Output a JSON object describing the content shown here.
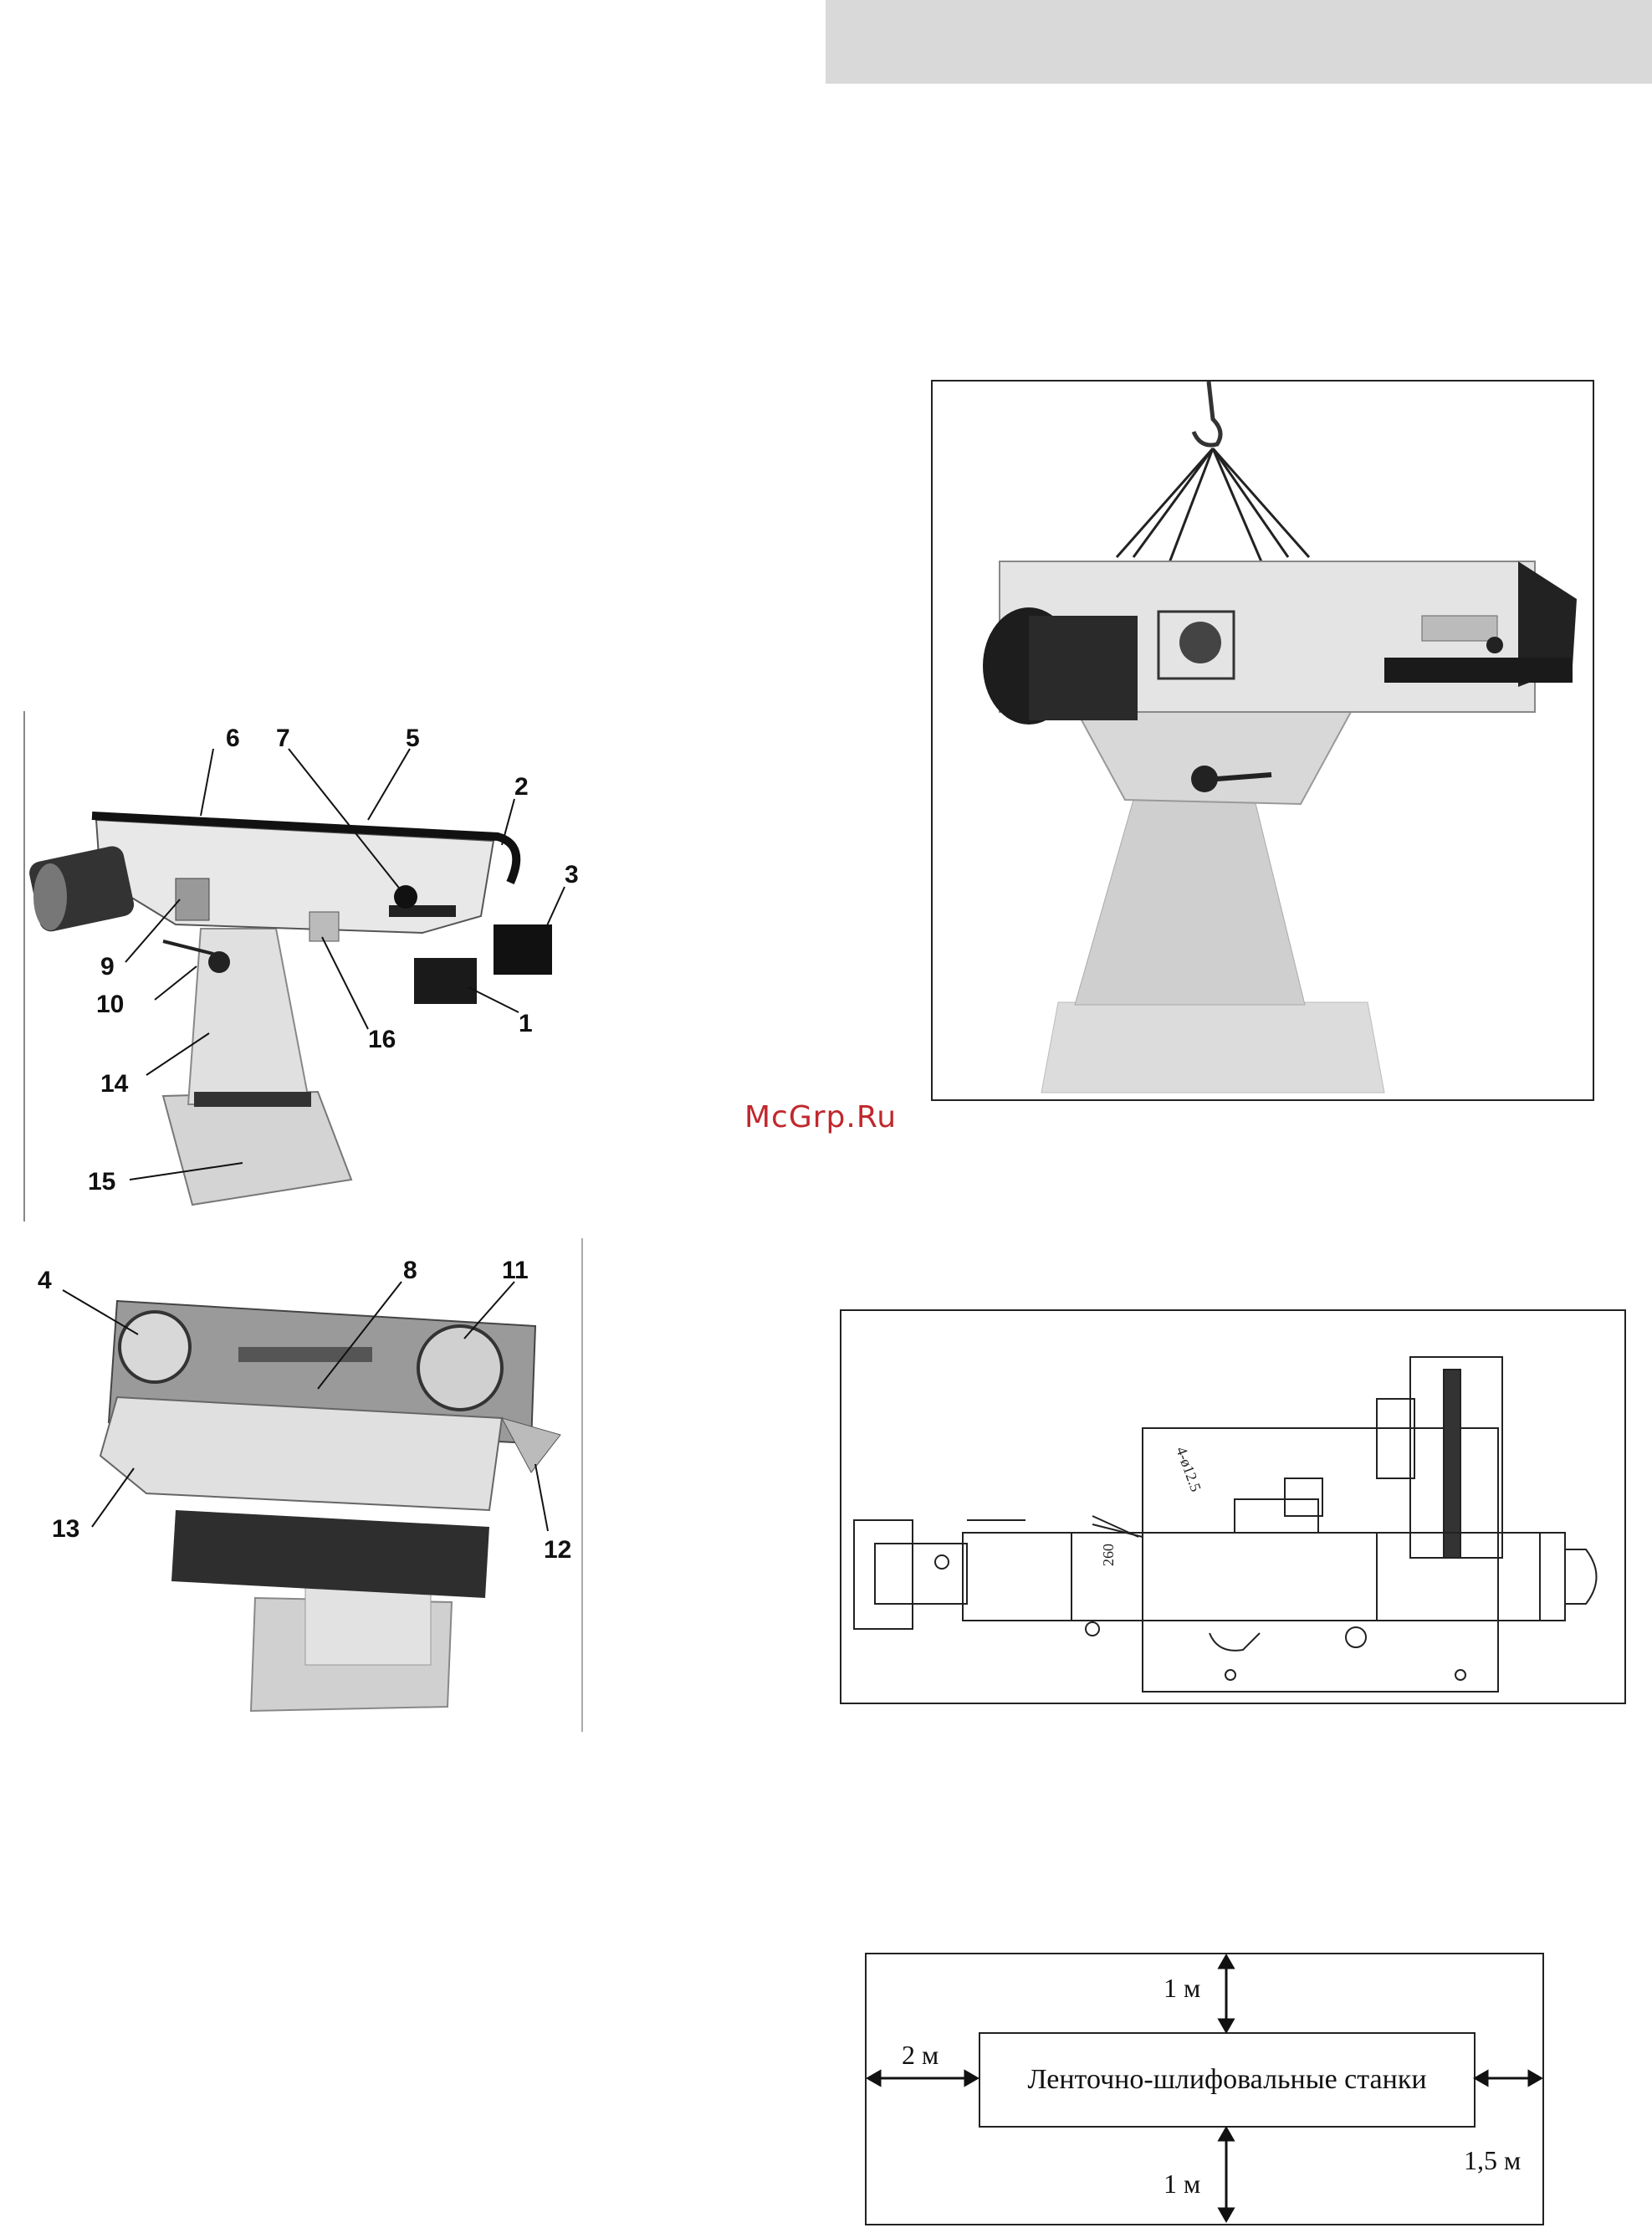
{
  "watermark": "McGrp.Ru",
  "figure1": {
    "callouts": [
      "6",
      "7",
      "5",
      "2",
      "3",
      "9",
      "10",
      "16",
      "1",
      "14",
      "15"
    ]
  },
  "figure2": {
    "callouts": [
      "4",
      "8",
      "11",
      "13",
      "12"
    ]
  },
  "figure4": {
    "dimension_label": "260",
    "hole_label": "4-ø12.5"
  },
  "figure5": {
    "machine_label": "Ленточно-шлифовальные станки",
    "top_clearance": "1 м",
    "bottom_clearance": "1 м",
    "left_clearance": "2 м",
    "right_clearance": "1,5 м"
  }
}
